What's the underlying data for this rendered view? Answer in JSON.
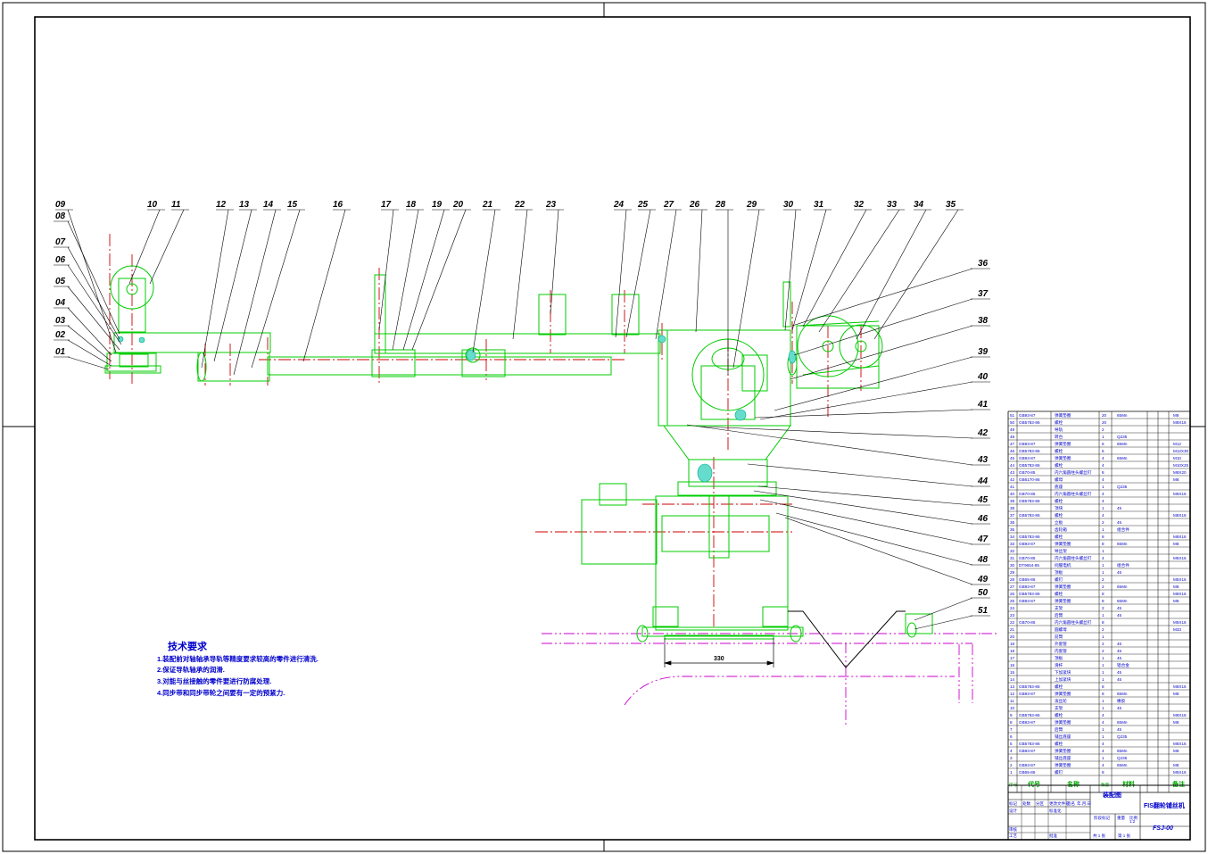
{
  "colors": {
    "frame": "#000000",
    "part": "#00cc00",
    "center": "#cc0000",
    "phantom": "#cc00cc",
    "text": "#0000cc",
    "leader": "#000000"
  },
  "balloons_top": [
    "09",
    "10",
    "11",
    "12",
    "13",
    "14",
    "15",
    "16",
    "17",
    "18",
    "19",
    "20",
    "21",
    "22",
    "23",
    "24",
    "25",
    "27",
    "26",
    "28",
    "29",
    "30",
    "31",
    "32",
    "33",
    "34",
    "35"
  ],
  "balloons_left": [
    "08",
    "07",
    "06",
    "05",
    "04",
    "03",
    "02",
    "01"
  ],
  "balloons_right": [
    "36",
    "37",
    "38",
    "39",
    "40",
    "41",
    "42",
    "43",
    "44",
    "45",
    "46",
    "47",
    "48",
    "49",
    "50",
    "51"
  ],
  "dimension": "330",
  "notes": {
    "title": "技术要求",
    "items": [
      "1.装配前对轴轴承导轨等精度要求较高的零件进行清洗.",
      "2.保证导轨轴承的润滑.",
      "3.对能与丝接触的零件要进行防腐处理.",
      "4.同步带和同步带轮之间要有一定的预紧力."
    ]
  },
  "bom": {
    "rows": [
      {
        "no": "51",
        "code": "GB93-87",
        "name": "弹簧垫圈",
        "qty": "20",
        "mat": "65Mn",
        "note": "M8"
      },
      {
        "no": "50",
        "code": "GB5783-86",
        "name": "螺栓",
        "qty": "20",
        "mat": "",
        "note": "M8X16"
      },
      {
        "no": "49",
        "code": "",
        "name": "导轨",
        "qty": "2",
        "mat": "",
        "note": ""
      },
      {
        "no": "48",
        "code": "",
        "name": "转台",
        "qty": "1",
        "mat": "Q235",
        "note": ""
      },
      {
        "no": "47",
        "code": "GB93-87",
        "name": "弹簧垫圈",
        "qty": "6",
        "mat": "65Mn",
        "note": "M12"
      },
      {
        "no": "46",
        "code": "GB5783-86",
        "name": "螺栓",
        "qty": "6",
        "mat": "",
        "note": "M12X30"
      },
      {
        "no": "45",
        "code": "GB93-87",
        "name": "弹簧垫圈",
        "qty": "4",
        "mat": "65Mn",
        "note": "M10"
      },
      {
        "no": "44",
        "code": "GB5783-86",
        "name": "螺栓",
        "qty": "4",
        "mat": "",
        "note": "M10X25"
      },
      {
        "no": "43",
        "code": "GB70-85",
        "name": "内六角圆柱头螺丝钉",
        "qty": "8",
        "mat": "",
        "note": "M8X20"
      },
      {
        "no": "42",
        "code": "GB6170-86",
        "name": "螺母",
        "qty": "4",
        "mat": "",
        "note": "M8"
      },
      {
        "no": "41",
        "code": "",
        "name": "底座",
        "qty": "1",
        "mat": "Q235",
        "note": ""
      },
      {
        "no": "40",
        "code": "GB70-85",
        "name": "内六角圆柱头螺丝钉",
        "qty": "4",
        "mat": "",
        "note": "M6X16"
      },
      {
        "no": "39",
        "code": "GB5783-86",
        "name": "螺栓",
        "qty": "4",
        "mat": "",
        "note": ""
      },
      {
        "no": "38",
        "code": "",
        "name": "顶块",
        "qty": "1",
        "mat": "45",
        "note": ""
      },
      {
        "no": "37",
        "code": "GB5783-86",
        "name": "螺栓",
        "qty": "4",
        "mat": "",
        "note": "M8X16"
      },
      {
        "no": "36",
        "code": "",
        "name": "立板",
        "qty": "2",
        "mat": "45",
        "note": ""
      },
      {
        "no": "35",
        "code": "",
        "name": "齿轮箱",
        "qty": "1",
        "mat": "组合件",
        "note": ""
      },
      {
        "no": "34",
        "code": "GB5783-86",
        "name": "螺栓",
        "qty": "8",
        "mat": "",
        "note": "M8X16"
      },
      {
        "no": "33",
        "code": "GB93-87",
        "name": "弹簧垫圈",
        "qty": "8",
        "mat": "65Mn",
        "note": "M8"
      },
      {
        "no": "32",
        "code": "",
        "name": "导丝架",
        "qty": "1",
        "mat": "",
        "note": ""
      },
      {
        "no": "31",
        "code": "GB70-85",
        "name": "内六角圆柱头螺丝钉",
        "qty": "4",
        "mat": "",
        "note": "M5X16"
      },
      {
        "no": "30",
        "code": "DT9654-85",
        "name": "伺服电机",
        "qty": "1",
        "mat": "组合件",
        "note": ""
      },
      {
        "no": "29",
        "code": "",
        "name": "顶板",
        "qty": "1",
        "mat": "45",
        "note": ""
      },
      {
        "no": "28",
        "code": "GB65-85",
        "name": "螺钉",
        "qty": "2",
        "mat": "",
        "note": "M5X16"
      },
      {
        "no": "27",
        "code": "GB93-87",
        "name": "弹簧垫圈",
        "qty": "2",
        "mat": "65Mn",
        "note": "M8"
      },
      {
        "no": "26",
        "code": "GB5783-86",
        "name": "螺栓",
        "qty": "8",
        "mat": "",
        "note": "M8X16"
      },
      {
        "no": "25",
        "code": "GB93-87",
        "name": "弹簧垫圈",
        "qty": "8",
        "mat": "65Mn",
        "note": "M8"
      },
      {
        "no": "24",
        "code": "",
        "name": "支架",
        "qty": "2",
        "mat": "45",
        "note": ""
      },
      {
        "no": "23",
        "code": "",
        "name": "后臂",
        "qty": "1",
        "mat": "45",
        "note": ""
      },
      {
        "no": "22",
        "code": "GB70-85",
        "name": "内六角圆柱头螺丝钉",
        "qty": "8",
        "mat": "",
        "note": "M5X16"
      },
      {
        "no": "21",
        "code": "",
        "name": "圆螺母",
        "qty": "2",
        "mat": "",
        "note": "M33"
      },
      {
        "no": "20",
        "code": "",
        "name": "前臂",
        "qty": "1",
        "mat": "",
        "note": ""
      },
      {
        "no": "19",
        "code": "",
        "name": "外套管",
        "qty": "2",
        "mat": "45",
        "note": ""
      },
      {
        "no": "18",
        "code": "",
        "name": "内套管",
        "qty": "2",
        "mat": "45",
        "note": ""
      },
      {
        "no": "17",
        "code": "",
        "name": "顶板",
        "qty": "1",
        "mat": "45",
        "note": ""
      },
      {
        "no": "16",
        "code": "",
        "name": "滑杆",
        "qty": "1",
        "mat": "铝合金",
        "note": ""
      },
      {
        "no": "15",
        "code": "",
        "name": "下加紧块",
        "qty": "1",
        "mat": "45",
        "note": ""
      },
      {
        "no": "14",
        "code": "",
        "name": "上加紧块",
        "qty": "1",
        "mat": "45",
        "note": ""
      },
      {
        "no": "13",
        "code": "GB5783-86",
        "name": "螺栓",
        "qty": "8",
        "mat": "",
        "note": "M8X16"
      },
      {
        "no": "12",
        "code": "GB93-87",
        "name": "弹簧垫圈",
        "qty": "8",
        "mat": "65Mn",
        "note": "M8"
      },
      {
        "no": "11",
        "code": "",
        "name": "滚丝轮",
        "qty": "1",
        "mat": "橡胶",
        "note": ""
      },
      {
        "no": "10",
        "code": "",
        "name": "支架",
        "qty": "1",
        "mat": "45",
        "note": ""
      },
      {
        "no": "9",
        "code": "GB5783-86",
        "name": "螺栓",
        "qty": "4",
        "mat": "",
        "note": "M8X16"
      },
      {
        "no": "8",
        "code": "GB93-87",
        "name": "弹簧垫圈",
        "qty": "4",
        "mat": "65Mn",
        "note": "M8"
      },
      {
        "no": "7",
        "code": "",
        "name": "后臂",
        "qty": "1",
        "mat": "45",
        "note": ""
      },
      {
        "no": "6",
        "code": "",
        "name": "铺丝底座",
        "qty": "1",
        "mat": "Q235",
        "note": ""
      },
      {
        "no": "5",
        "code": "GB5783-86",
        "name": "螺栓",
        "qty": "4",
        "mat": "",
        "note": "M8X16"
      },
      {
        "no": "4",
        "code": "GB93-87",
        "name": "弹簧垫圈",
        "qty": "4",
        "mat": "65Mn",
        "note": "M8"
      },
      {
        "no": "3",
        "code": "",
        "name": "铺丝底座",
        "qty": "1",
        "mat": "Q235",
        "note": ""
      },
      {
        "no": "2",
        "code": "GB93-87",
        "name": "弹簧垫圈",
        "qty": "4",
        "mat": "65Mn",
        "note": "M8"
      },
      {
        "no": "1",
        "code": "GB65-85",
        "name": "螺钉",
        "qty": "8",
        "mat": "",
        "note": "M5X16"
      }
    ],
    "header": {
      "no": "序号",
      "code": "代号",
      "name": "名称",
      "qty": "数量",
      "mat": "材料",
      "note": "备注"
    }
  },
  "title_block": {
    "drawing_type": "装配图",
    "drawing_name": "FIS翻轮铺丝机",
    "drawing_code": "FSJ-00",
    "sheets": "共 1 张",
    "sheet_no": "第 1 张",
    "labels": [
      "标记",
      "处数",
      "分区",
      "更改文件号",
      "签名",
      "年.月.日",
      "设计",
      "标准化",
      "阶段标记",
      "重量",
      "比例",
      "审核",
      "工艺",
      "批准"
    ],
    "scale": "1:2"
  }
}
